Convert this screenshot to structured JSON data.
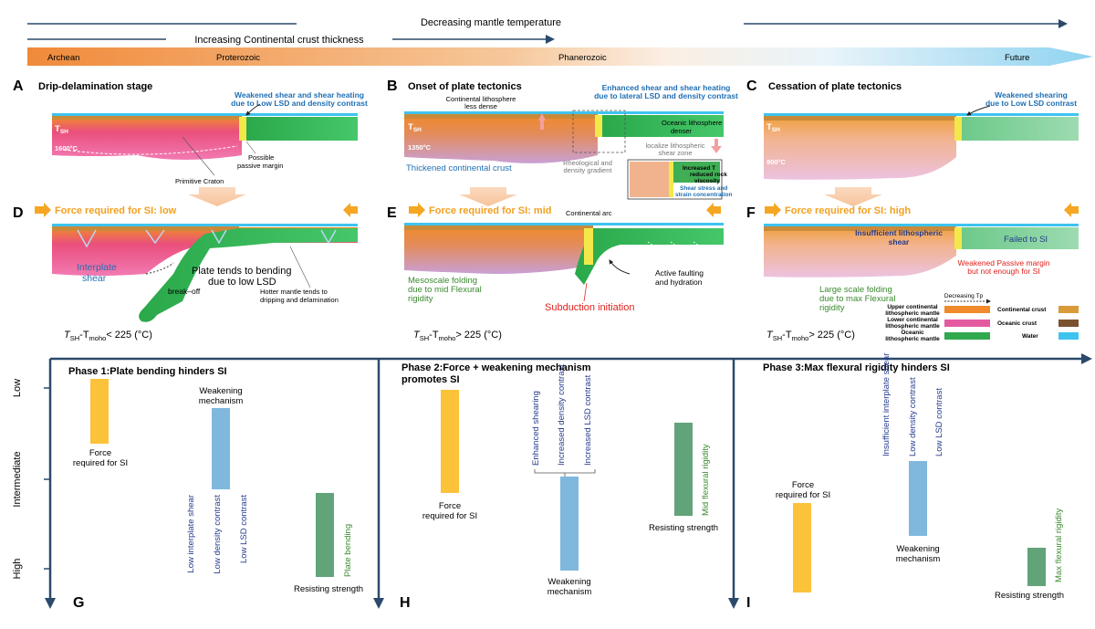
{
  "timeline": {
    "mantle_temp_label": "Decreasing mantle temperature",
    "crust_thickness_label": "Increasing Continental crust thickness",
    "eons": [
      "Archean",
      "Proterozoic",
      "Phanerozoic",
      "Future"
    ]
  },
  "panels": {
    "A": {
      "letter": "A",
      "title": "Drip-delamination stage",
      "weak_note_1": "Weakened shear and shear heating",
      "weak_note_2": "due to Low LSD and density contrast",
      "tsh": "T",
      "tsh_sub": "SH",
      "temp": "1600°C",
      "passive_1": "Possible",
      "passive_2": "passive margin",
      "craton": "Primitive Craton"
    },
    "B": {
      "letter": "B",
      "title": "Onset of plate tectonics",
      "weak_note_1": "Enhanced shear and shear heating",
      "weak_note_2": "due to lateral LSD and density contrast",
      "cont_1": "Continental lithosphere",
      "cont_2": "less dense",
      "ocean_1": "Oceanic lithosphere",
      "ocean_2": "denser",
      "tsh": "T",
      "tsh_sub": "SH",
      "temp": "1350°C",
      "thick_crust": "Thickened continental crust",
      "rheo_1": "Rheological and",
      "rheo_2": "density gradient",
      "shear_zone_1": "localize lithospheric",
      "shear_zone_2": "shear zone",
      "inset_1": "Increased T",
      "inset_2": "reduced rock",
      "inset_3": "viscosity",
      "inset_4": "Shear stress and",
      "inset_5": "strain concentration"
    },
    "C": {
      "letter": "C",
      "title": "Cessation of plate tectonics",
      "weak_note_1": "Weakened shearing",
      "weak_note_2": "due to Low LSD contrast",
      "tsh": "T",
      "tsh_sub": "SH",
      "temp": "900°C"
    },
    "D": {
      "letter": "D",
      "force": "Force required for SI: low",
      "interplate_1": "Interplate",
      "interplate_2": "shear",
      "bending_1": "Plate tends to bending",
      "bending_2": "due to low LSD",
      "breakoff": "break–off",
      "hotter_1": "Hotter mantle tends to",
      "hotter_2": "dripping and delamination",
      "eq_t": "T",
      "eq_sub1": "SH",
      "eq_mid": "-T",
      "eq_sub2": "moho",
      "eq_rest": "< 225 (°C)"
    },
    "E": {
      "letter": "E",
      "force": "Force required for SI: mid",
      "arc": "Continental arc",
      "meso_1": "Mesoscale folding",
      "meso_2": "due to mid Flexural",
      "meso_3": "rigidity",
      "subduction": "Subduction initiation",
      "faulting_1": "Active faulting",
      "faulting_2": "and hydration",
      "eq_t": "T",
      "eq_sub1": "SH",
      "eq_mid": "-T",
      "eq_sub2": "moho",
      "eq_rest": "> 225 (°C)"
    },
    "F": {
      "letter": "F",
      "force": "Force required for SI: high",
      "insuff_1": "Insufficient lithospheric",
      "insuff_2": "shear",
      "failed": "Failed to SI",
      "passive_1": "Weakened Passive margin",
      "passive_2": "but not enough for SI",
      "large_1": "Large scale folding",
      "large_2": "due to max Flexural",
      "large_3": "rigidity",
      "eq_t": "T",
      "eq_sub1": "SH",
      "eq_mid": "-T",
      "eq_sub2": "moho",
      "eq_rest": "> 225 (°C)"
    }
  },
  "legend": {
    "decreasing": "Decreasing Tp",
    "upper_1": "Upper continental",
    "upper_2": "lithospheric mantle",
    "lower_1": "Lower continental",
    "lower_2": "lithospheric mantle",
    "oceanic_1": "Oceanic",
    "oceanic_2": "lithospheric mantle",
    "cont_crust": "Continental crust",
    "ocean_crust": "Oceanic crust",
    "water": "Water",
    "colors": {
      "cont_crust": "#d99a3a",
      "ocean_crust": "#7a5230",
      "water": "#3ec3ef"
    }
  },
  "axis": {
    "y_labels": [
      "Low",
      "Intermediate",
      "High"
    ]
  },
  "phases": {
    "G": {
      "letter": "G",
      "title": "Phase 1:Plate bending hinders SI",
      "force_1": "Force",
      "force_2": "required for SI",
      "weak_1": "Weakening",
      "weak_2": "mechanism",
      "factors": [
        "Low interplate shear",
        "Low density contrast",
        "Low LSD contrast"
      ],
      "resist_factor": "Plate bending",
      "resist": "Resisting strength"
    },
    "H": {
      "letter": "H",
      "title_1": "Phase 2:Force + weakening mechanism",
      "title_2": "promotes SI",
      "force_1": "Force",
      "force_2": "required for SI",
      "factors": [
        "Enhanced shearing",
        "Increased density contrast",
        "Increased LSD contrast"
      ],
      "weak_1": "Weakening",
      "weak_2": "mechanism",
      "resist_factor": "Mid flexural rigidity",
      "resist": "Resisting strength"
    },
    "I": {
      "letter": "I",
      "title": "Phase 3:Max flexural rigidity hinders SI",
      "force_1": "Force",
      "force_2": "required for SI",
      "factors": [
        "Insufficient interplate shear",
        "Low density contrast",
        "Low LSD contrast"
      ],
      "weak_1": "Weakening",
      "weak_2": "mechanism",
      "resist_factor": "Max flexural rigidity",
      "resist": "Resisting strength"
    }
  },
  "colors": {
    "force_bar": "#fcc23a",
    "weak_bar": "#7fb8dc",
    "resist_bar": "#62a37a",
    "axis": "#2b4a6b"
  }
}
